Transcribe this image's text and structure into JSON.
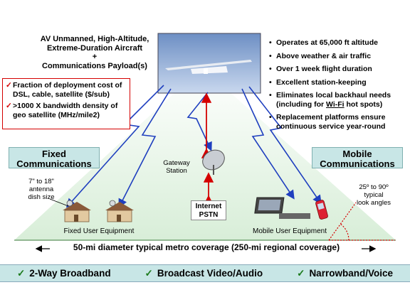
{
  "aircraft_title": {
    "line1": "AV Unmanned, High-Altitude,",
    "line2": "Extreme-Duration Aircraft",
    "line3": "+",
    "line4": "Communications Payload(s)"
  },
  "benefits": {
    "check_icon": "check-icon",
    "items": [
      "Fraction of deployment cost of DSL, cable, satellite ($/sub)",
      ">1000 X bandwidth density of geo satellite (MHz/mile2)"
    ]
  },
  "features": {
    "bullet": "•",
    "items": [
      "Operates at 65,000 ft altitude",
      "Above weather & air traffic",
      "Over 1 week flight duration",
      "Excellent station-keeping",
      "Eliminates local backhaul needs",
      "Replacement platforms ensure continuous service year-round"
    ],
    "backhaul_sub_prefix": "(including for ",
    "backhaul_sub_link": "Wi-Fi",
    "backhaul_sub_suffix": " hot spots)"
  },
  "fixed_panel": {
    "line1": "Fixed",
    "line2": "Communications"
  },
  "mobile_panel": {
    "line1": "Mobile",
    "line2": "Communications"
  },
  "gateway": {
    "line1": "Gateway",
    "line2": "Station"
  },
  "internet": {
    "line1": "Internet",
    "line2": "PSTN"
  },
  "antenna_note": {
    "line1": "7\" to 18\"",
    "line2": "antenna",
    "line3": "dish size"
  },
  "angle_note": {
    "line1": "25º to 90º",
    "line2": "typical",
    "line3": "look angles"
  },
  "fixed_equipment": "Fixed User Equipment",
  "mobile_equipment": "Mobile User Equipment",
  "coverage": "50-mi diameter typical metro coverage (250-mi regional coverage)",
  "services": {
    "check": "✓",
    "items": [
      "2-Way Broadband",
      "Broadcast Video/Audio",
      "Narrowband/Voice"
    ]
  },
  "colors": {
    "panel_bg": "#c8e6e6",
    "link_blue": "#1f3fbf",
    "uplink_red": "#d40000",
    "check_green": "#1b7a1b",
    "coverage_green": "#e3f2e3"
  }
}
